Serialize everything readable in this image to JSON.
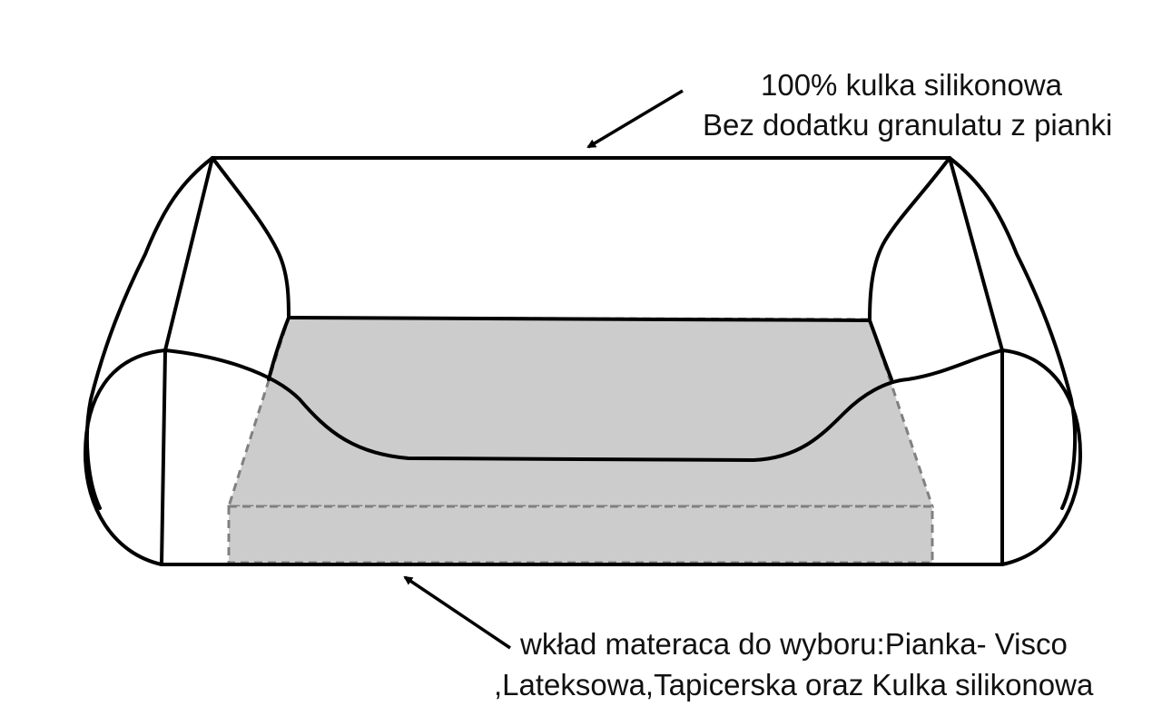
{
  "callouts": {
    "top": {
      "line1": "100% kulka silikonowa",
      "line2": "Bez dodatku granulatu z pianki"
    },
    "bottom": {
      "line1": "wkład materaca do wyboru:Pianka- Visco",
      "line2": ",Lateksowa,Tapicerska oraz Kulka silikonowa"
    }
  },
  "colors": {
    "outline": "#000000",
    "mattress_fill": "#cccccc",
    "mattress_dash": "#808080",
    "background": "#ffffff"
  }
}
